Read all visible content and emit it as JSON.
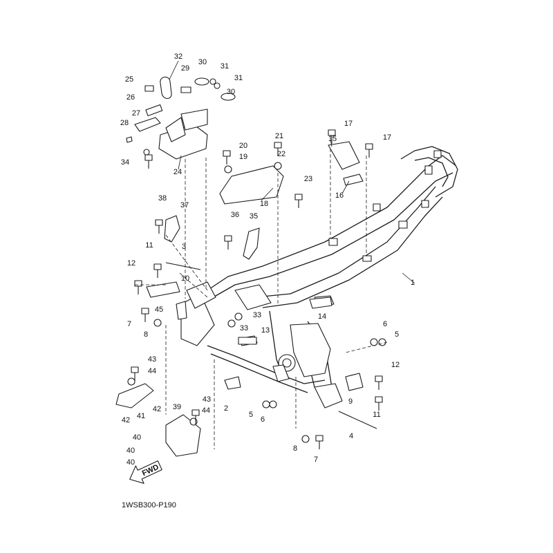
{
  "diagram_code": "1WSB300-P190",
  "fwd_label": "FWD",
  "callouts": [
    "1",
    "2",
    "3",
    "4",
    "5",
    "5",
    "6",
    "6",
    "7",
    "7",
    "8",
    "8",
    "9",
    "10",
    "11",
    "11",
    "12",
    "12",
    "13",
    "14",
    "15",
    "16",
    "17",
    "17",
    "18",
    "19",
    "20",
    "21",
    "22",
    "23",
    "24",
    "25",
    "26",
    "27",
    "28",
    "29",
    "30",
    "30",
    "31",
    "31",
    "32",
    "33",
    "33",
    "34",
    "35",
    "36",
    "37",
    "38",
    "39",
    "40",
    "40",
    "40",
    "41",
    "42",
    "42",
    "43",
    "43",
    "44",
    "44",
    "45"
  ],
  "colors": {
    "ink": "#1a1a1a",
    "background": "#ffffff",
    "shade": "#d9d9d9"
  }
}
